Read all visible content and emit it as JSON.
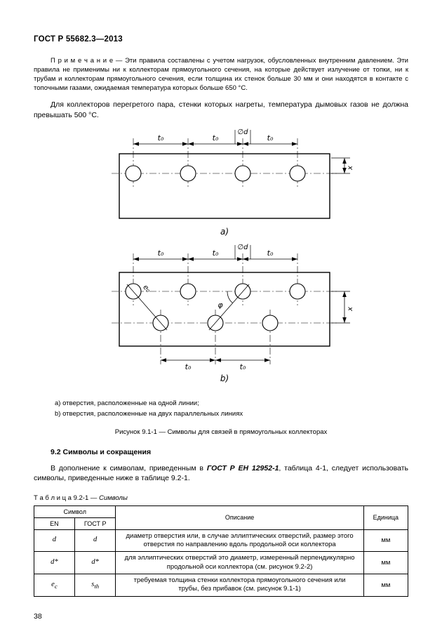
{
  "page": {
    "header": "ГОСТ Р 55682.3—2013",
    "number": "38"
  },
  "note": "П р и м е ч а н и е — Эти правила составлены с учетом нагрузок, обусловленных внутренним давлением. Эти правила не применимы ни к коллекторам прямоугольного сечения, на которые действует излучение от топки, ни к трубам и коллекторам прямоугольного сечения, если толщина их стенок больше 30 мм и они находятся в контакте с топочными газами, ожидаемая температура которых больше 650 °С.",
  "para1": "Для коллекторов перегретого пара, стенки которых нагреты, температура дымовых газов не должна превышать 500 °С.",
  "figure": {
    "labels": {
      "t0": "t₀",
      "d": "∅d",
      "phi": "φ",
      "e0": "e₀",
      "x": "x",
      "a": "a)",
      "b": "b)"
    },
    "caption_a": "a) отверстия, расположенные на одной линии;",
    "caption_b": "b) отверстия, расположенные на двух параллельных линиях",
    "title": "Рисунок 9.1-1 — Символы для связей в прямоугольных коллекторах"
  },
  "section": {
    "heading": "9.2 Символы и сокращения"
  },
  "para2": {
    "before": "В дополнение к символам, приведенным в ",
    "ref": "ГОСТ Р ЕН 12952-1",
    "after": ", таблица 4-1, следует использовать символы, приведенные ниже в таблице 9.2-1."
  },
  "table": {
    "caption_label": "Т а б л и ц а 9.2-1 — ",
    "caption_title": "Символы",
    "headers": {
      "symbol": "Символ",
      "en": "EN",
      "ru": "ГОСТ Р",
      "description": "Описание",
      "unit": "Единица"
    },
    "rows": [
      {
        "en": {
          "base": "d",
          "sub": ""
        },
        "ru": {
          "base": "d",
          "sub": ""
        },
        "description": "диаметр отверстия или, в случае эллиптических отверстий, размер этого отверстия по направлению вдоль продольной оси коллектора",
        "unit": "мм"
      },
      {
        "en": {
          "base": "d*",
          "sub": ""
        },
        "ru": {
          "base": "d*",
          "sub": ""
        },
        "description": "для эллиптических отверстий это диаметр, измеренный перпендикулярно продольной оси коллектора (см. рисунок 9.2-2)",
        "unit": "мм"
      },
      {
        "en": {
          "base": "e",
          "sub": "c"
        },
        "ru": {
          "base": "s",
          "sub": "th"
        },
        "description": "требуемая толщина стенки коллектора прямоугольного сечения или трубы, без прибавок (см. рисунок 9.1-1)",
        "unit": "мм"
      }
    ]
  }
}
